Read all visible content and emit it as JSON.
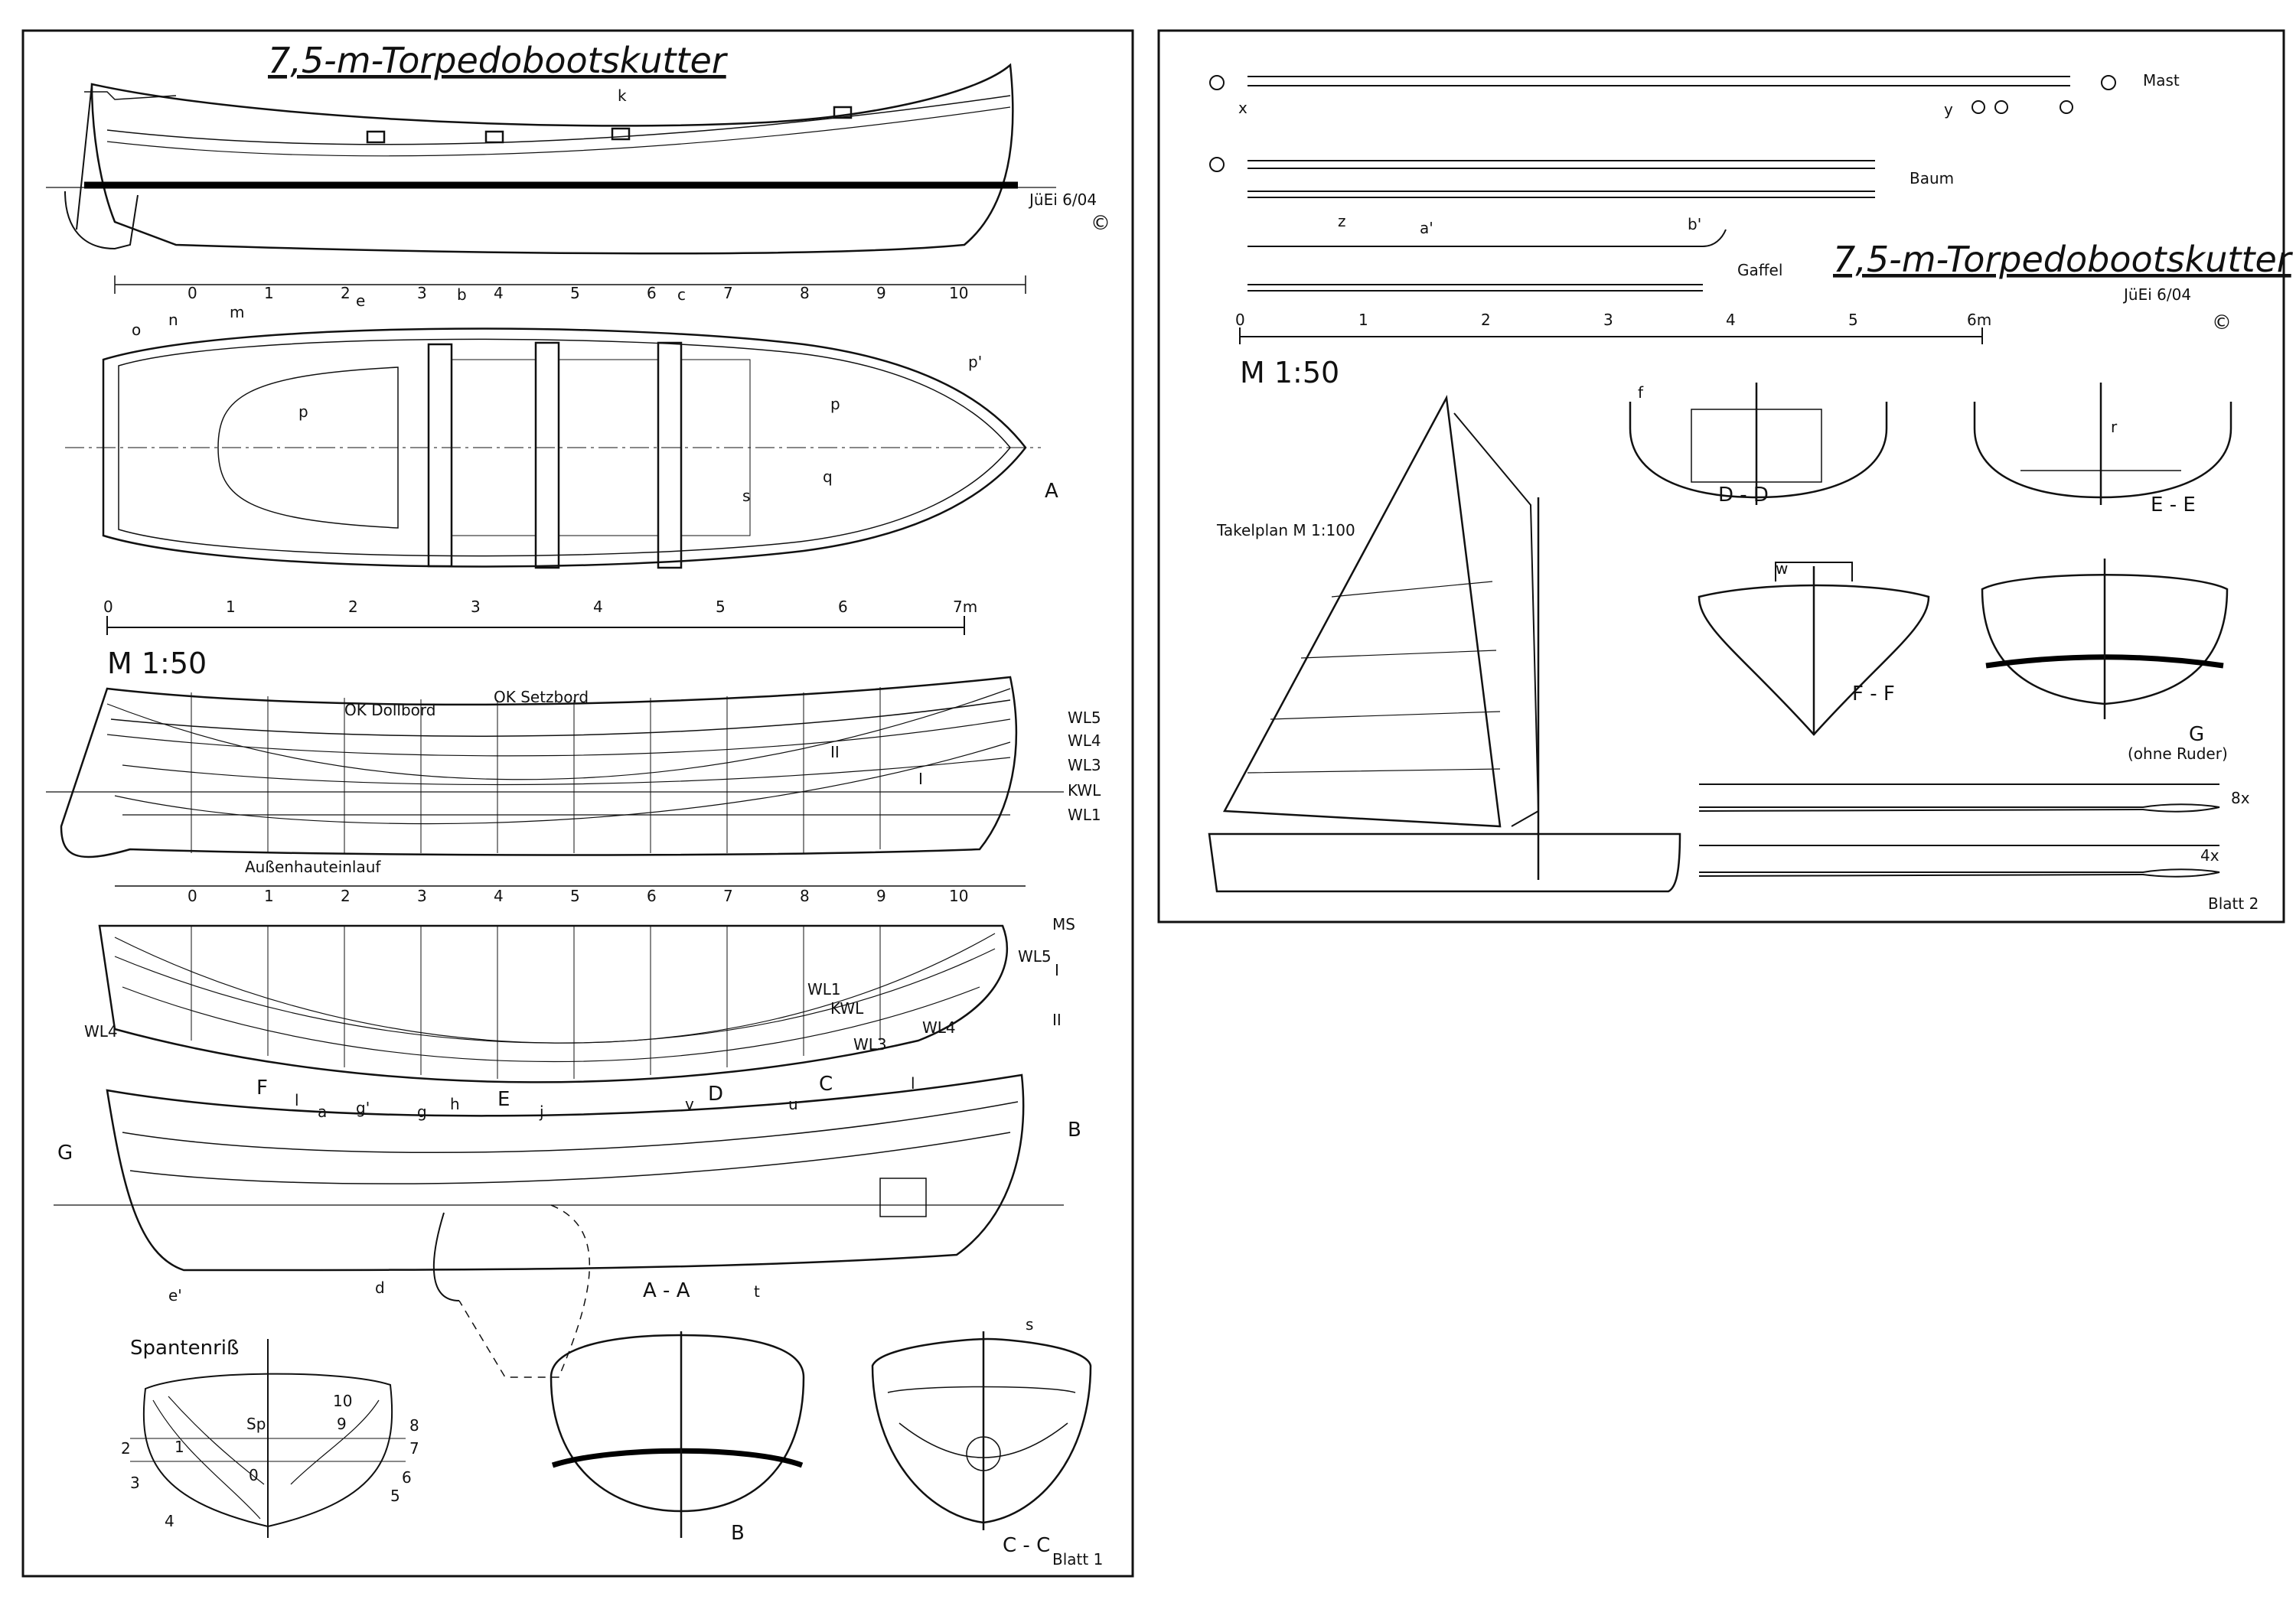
{
  "sheet1": {
    "title": "7,5-m-Torpedobootskutter",
    "signature": "JüEi 6/04",
    "copyright": "©",
    "scale_label": "M 1:50",
    "sheet_label": "Blatt 1",
    "frame_numbers": [
      "0",
      "1",
      "2",
      "3",
      "4",
      "5",
      "6",
      "7",
      "8",
      "9",
      "10"
    ],
    "scale_numbers": [
      "0",
      "1",
      "2",
      "3",
      "4",
      "5",
      "6",
      "7m"
    ],
    "deck_letters": [
      "o",
      "n",
      "m",
      "e",
      "b",
      "c",
      "p'",
      "p",
      "p",
      "s",
      "q"
    ],
    "lines_labels": {
      "ok_dollbord": "OK Dollbord",
      "ok_setzbord": "OK Setzbord",
      "aussenhaut": "Außenhauteinlauf",
      "wl5": "WL5",
      "wl4": "WL4",
      "wl3": "WL3",
      "kwl": "KWL",
      "wl1": "WL1",
      "roman1": "I",
      "roman2": "II",
      "ms": "MS"
    },
    "section_marks": {
      "a_arrow": "A",
      "b_arrow": "B",
      "g_arrow": "G",
      "f": "F",
      "e": "E",
      "d": "D",
      "c": "C"
    },
    "profile_letters": [
      "l",
      "a",
      "g'",
      "g",
      "h",
      "j",
      "v",
      "u",
      "l",
      "e'",
      "d",
      "t",
      "k"
    ],
    "aa_label": "A - A",
    "cc_label": "C - C",
    "spantenriss": "Spantenriß",
    "sp_label": "Sp",
    "body_numbers": [
      "10",
      "9",
      "8",
      "7",
      "6",
      "5",
      "4",
      "3",
      "2",
      "1",
      "0"
    ],
    "b_bottom": "B"
  },
  "sheet2": {
    "title": "7,5-m-Torpedobootskutter",
    "signature": "JüEi 6/04",
    "copyright": "©",
    "scale_label": "M 1:50",
    "takelplan": "Takelplan M 1:100",
    "sheet_label": "Blatt 2",
    "spars": {
      "mast": "Mast",
      "baum": "Baum",
      "gaffel": "Gaffel"
    },
    "spar_letters": [
      "x",
      "y",
      "z",
      "a'",
      "b'"
    ],
    "scale_numbers": [
      "0",
      "1",
      "2",
      "3",
      "4",
      "5",
      "6m"
    ],
    "sections": {
      "dd": "D - D",
      "ee": "E - E",
      "ff": "F - F",
      "g": "G",
      "g_note": "(ohne Ruder)",
      "f": "f",
      "r": "r",
      "w": "w"
    },
    "oars": {
      "count_8": "8x",
      "count_4": "4x"
    }
  },
  "colors": {
    "ink": "#111111",
    "paper": "#ffffff"
  }
}
